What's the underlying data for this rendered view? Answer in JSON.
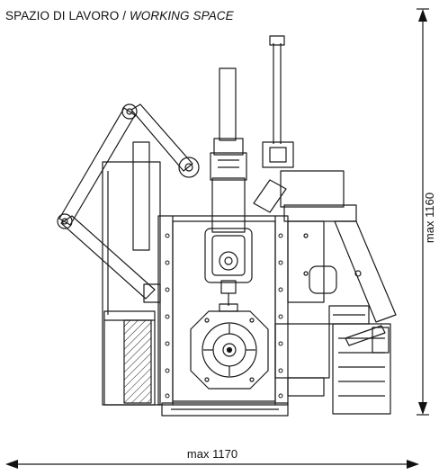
{
  "header": {
    "title_main": "SPAZIO DI LAVORO / ",
    "title_italic": "WORKING SPACE"
  },
  "dimensions": {
    "height_label": "max 1160",
    "width_label": "max 1170"
  }
}
